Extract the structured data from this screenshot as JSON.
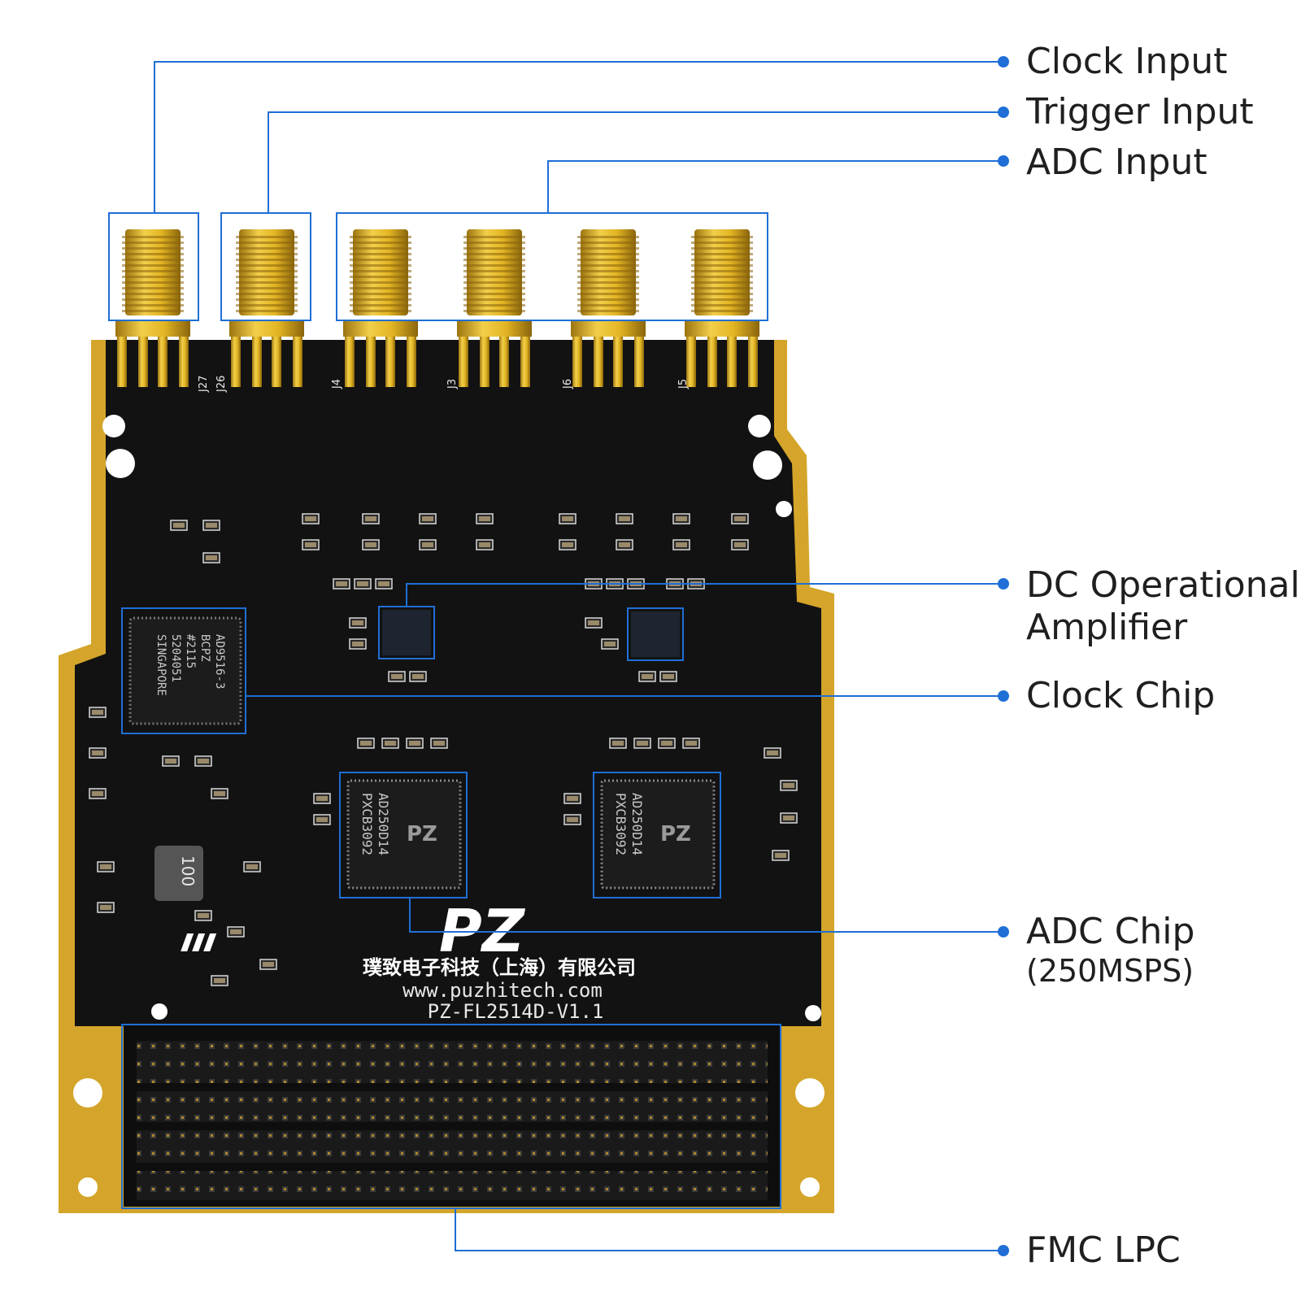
{
  "colors": {
    "callout_line": "#1f6fd6",
    "pcb_gold": "#d4a52a",
    "pcb_black": "#111111",
    "connector_gold": "#e1b01f",
    "silkscreen": "#e8e8e8"
  },
  "callouts": [
    {
      "label": "Clock Input",
      "sub": ""
    },
    {
      "label": "Trigger Input",
      "sub": ""
    },
    {
      "label": "ADC Input",
      "sub": ""
    },
    {
      "label": "DC Operational",
      "sub": "Amplifier"
    },
    {
      "label": "Clock Chip",
      "sub": ""
    },
    {
      "label": "ADC Chip",
      "sub": "(250MSPS)"
    },
    {
      "label": "FMC LPC",
      "sub": ""
    }
  ],
  "board": {
    "company": "璞致电子科技（上海）有限公司",
    "website": "www.puzhitech.com",
    "model": "PZ-FL2514D-V1.1",
    "logo_text": "PZ",
    "clock_chip_text": [
      "AD9516-3",
      "BCPZ",
      "#2115",
      "5204051",
      "SINGAPORE"
    ],
    "adc_chip_text": [
      "AD250D14",
      "PXCB3092"
    ],
    "inductor_text": "100",
    "connector_refs": [
      "J27",
      "J26",
      "J4",
      "J3",
      "J6",
      "J5"
    ]
  }
}
